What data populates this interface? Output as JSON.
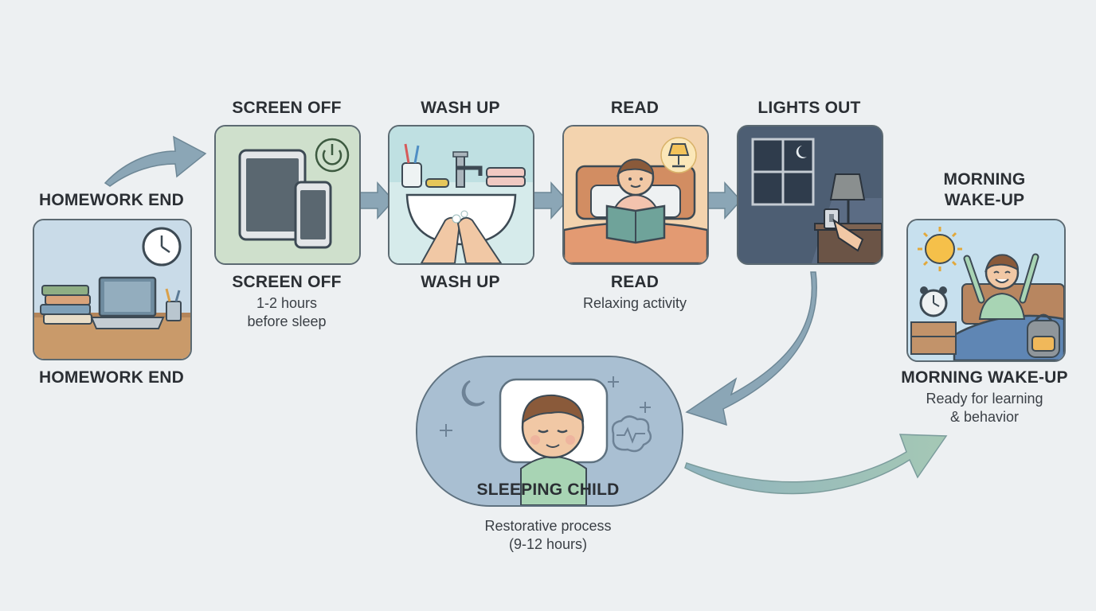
{
  "steps": {
    "homework_end": {
      "top_label": "HOMEWORK END",
      "bottom_label": "HOMEWORK END"
    },
    "screen_off": {
      "top_label": "SCREEN OFF",
      "bottom_label": "SCREEN OFF",
      "caption_1": "1-2 hours",
      "caption_2": "before sleep"
    },
    "wash_up": {
      "top_label": "WASH UP",
      "bottom_label": "WASH UP"
    },
    "read": {
      "top_label": "READ",
      "bottom_label": "READ",
      "caption": "Relaxing activity"
    },
    "lights_out": {
      "top_label": "LIGHTS OUT"
    },
    "morning_wake_up": {
      "top_label_1": "MORNING",
      "top_label_2": "WAKE-UP",
      "bottom_label": "MORNING WAKE-UP",
      "caption_1": "Ready for learning",
      "caption_2": "& behavior"
    },
    "sleeping_child": {
      "label": "SLEEPING CHILD",
      "caption_1": "Restorative process",
      "caption_2": "(9-12 hours)"
    }
  },
  "icons": [
    "clock-icon",
    "laptop-icon",
    "books-icon",
    "tablet-icon",
    "phone-icon",
    "power-icon",
    "sink-icon",
    "toothbrush-icon",
    "soap-icon",
    "towel-icon",
    "bed-icon",
    "book-icon",
    "lamp-icon",
    "window-icon",
    "moon-icon",
    "light-switch-icon",
    "pillow-icon",
    "brain-icon",
    "sparkle-icon",
    "sun-icon",
    "alarm-clock-icon",
    "backpack-icon"
  ],
  "colors": {
    "background": "#edf0f2",
    "arrow": "#8ba6b6",
    "arrow_final": "#9dbfb8",
    "homework_card": "#c9dbe8",
    "screen_off_card": "#cfe0cc",
    "wash_up_card": "#bfe0e2",
    "read_card": "#f3d3ae",
    "lights_out_card": "#4d5e73",
    "sleep_blob": "#a9bfd2",
    "morning_card": "#c7e0ee"
  }
}
